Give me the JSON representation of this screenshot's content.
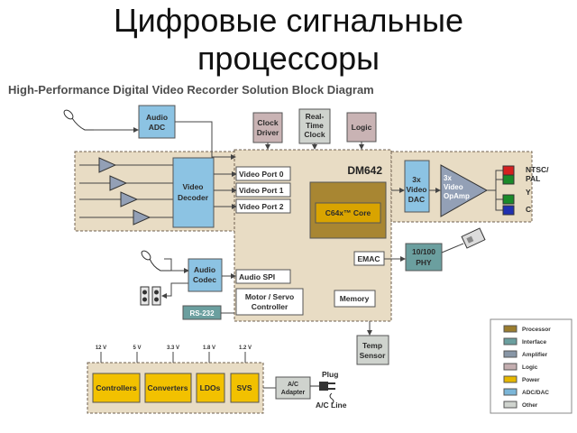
{
  "slide": {
    "title_line1": "Цифровые сигнальные",
    "title_line2": "процессоры"
  },
  "diagram": {
    "heading": "High-Performance Digital Video Recorder Solution Block Diagram",
    "blocks": {
      "audio_adc": [
        "Audio",
        "ADC"
      ],
      "clock_driver": [
        "Clock",
        "Driver"
      ],
      "rtc": [
        "Real-",
        "Time",
        "Clock"
      ],
      "logic": "Logic",
      "video_decoder": [
        "Video",
        "Decoder"
      ],
      "dm642": "DM642",
      "video_port_0": "Video Port 0",
      "video_port_1": "Video Port 1",
      "video_port_2": "Video Port 2",
      "core": "C64x™ Core",
      "emac": "EMAC",
      "audio_spi": "Audio SPI",
      "motor_servo": [
        "Motor / Servo",
        "Controller"
      ],
      "memory": "Memory",
      "rs232": "RS-232",
      "audio_codec": [
        "Audio",
        "Codec"
      ],
      "video_dac": [
        "3x",
        "Video",
        "DAC"
      ],
      "video_opamp": [
        "3x",
        "Video",
        "OpAmp"
      ],
      "phy": [
        "10/100",
        "PHY"
      ],
      "temp_sensor": [
        "Temp",
        "Sensor"
      ],
      "controllers": "Controllers",
      "converters": "Converters",
      "ldos": "LDOs",
      "svs": "SVS",
      "ac_adapter": [
        "A/C",
        "Adapter"
      ]
    },
    "outputs": [
      "NTSC/",
      "PAL",
      "Y",
      "C"
    ],
    "voltages": [
      "12 V",
      "5 V",
      "3.3 V",
      "1.8 V",
      "1.2 V"
    ],
    "plug_label": "Plug",
    "ac_line_label": "A/C Line",
    "legend": [
      {
        "label": "Processor",
        "color": "#9b7d2e"
      },
      {
        "label": "Interface",
        "color": "#6b9f9f"
      },
      {
        "label": "Amplifier",
        "color": "#8896a6"
      },
      {
        "label": "Logic",
        "color": "#c4aeb0"
      },
      {
        "label": "Power",
        "color": "#e6b700"
      },
      {
        "label": "ADC/DAC",
        "color": "#7bb6d8"
      },
      {
        "label": "Other",
        "color": "#cfd3ce"
      }
    ],
    "colors": {
      "board": "#e8dcc4",
      "dashed_border": "#6f6150",
      "interface_teal": "#a9c9c4",
      "logic_pink": "#c9b3b4",
      "adc_blue": "#8cc3e3",
      "processor_gold": "#a88632",
      "power_yellow": "#f2c100",
      "amplifier_blue": "#93a0b6"
    }
  }
}
